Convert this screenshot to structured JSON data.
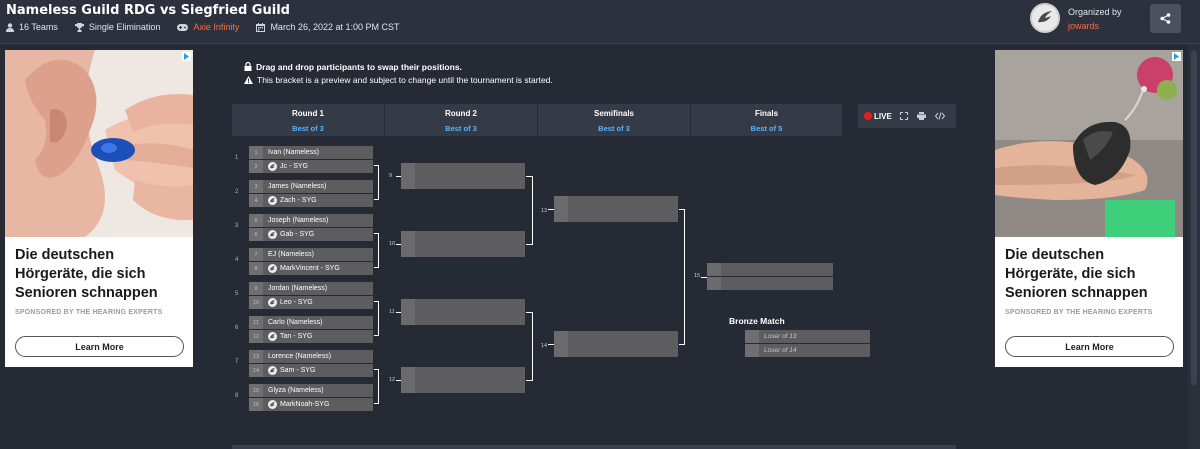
{
  "header": {
    "title": "Nameless Guild RDG vs Siegfried Guild",
    "teams": "16 Teams",
    "format": "Single Elimination",
    "game": "Axie Infinity",
    "date": "March 26, 2022 at 1:00 PM CST",
    "organized_by_label": "Organized by",
    "organizer": "jowards"
  },
  "ads": {
    "headline": "Die deutschen Hörgeräte, die sich Senioren schnappen",
    "sponsor": "SPONSORED BY THE HEARING EXPERTS",
    "cta": "Learn More"
  },
  "notice": {
    "drag_text": "Drag and drop participants to swap their positions.",
    "preview_text": "This bracket is a preview and subject to change until the tournament is started."
  },
  "rounds": [
    {
      "name": "Round 1",
      "best_of": "Best of 3"
    },
    {
      "name": "Round 2",
      "best_of": "Best of 3"
    },
    {
      "name": "Semifinals",
      "best_of": "Best of 3"
    },
    {
      "name": "Finals",
      "best_of": "Best of 5"
    }
  ],
  "tools": {
    "live": "LIVE"
  },
  "round1": [
    {
      "num": "1",
      "a": {
        "seed": "1",
        "name": "Ivan (Nameless)"
      },
      "b": {
        "seed": "2",
        "name": "Jc - SYG"
      }
    },
    {
      "num": "2",
      "a": {
        "seed": "3",
        "name": "James (Nameless)"
      },
      "b": {
        "seed": "4",
        "name": "Zach - SYG"
      }
    },
    {
      "num": "3",
      "a": {
        "seed": "5",
        "name": "Joseph (Nameless)"
      },
      "b": {
        "seed": "6",
        "name": "Gab - SYG"
      }
    },
    {
      "num": "4",
      "a": {
        "seed": "7",
        "name": "EJ (Nameless)"
      },
      "b": {
        "seed": "8",
        "name": "MarkVincent - SYG"
      }
    },
    {
      "num": "5",
      "a": {
        "seed": "9",
        "name": "Jordan (Nameless)"
      },
      "b": {
        "seed": "10",
        "name": "Leo - SYG"
      }
    },
    {
      "num": "6",
      "a": {
        "seed": "11",
        "name": "Carlo (Nameless)"
      },
      "b": {
        "seed": "12",
        "name": "Tan - SYG"
      }
    },
    {
      "num": "7",
      "a": {
        "seed": "13",
        "name": "Lorence (Nameless)"
      },
      "b": {
        "seed": "14",
        "name": "Sam - SYG"
      }
    },
    {
      "num": "8",
      "a": {
        "seed": "15",
        "name": "Glyza (Nameless)"
      },
      "b": {
        "seed": "16",
        "name": "MarkNoah-SYG"
      }
    }
  ],
  "round2_labels": [
    "9",
    "10",
    "11",
    "12"
  ],
  "semi_labels": [
    "13",
    "14"
  ],
  "final_label": "15",
  "bronze": {
    "title": "Bronze Match",
    "a": "Loser of 13",
    "b": "Loser of 14"
  },
  "colors": {
    "accent": "#ff6a3d",
    "best_of": "#57b6ff",
    "live": "#e81c1c"
  }
}
